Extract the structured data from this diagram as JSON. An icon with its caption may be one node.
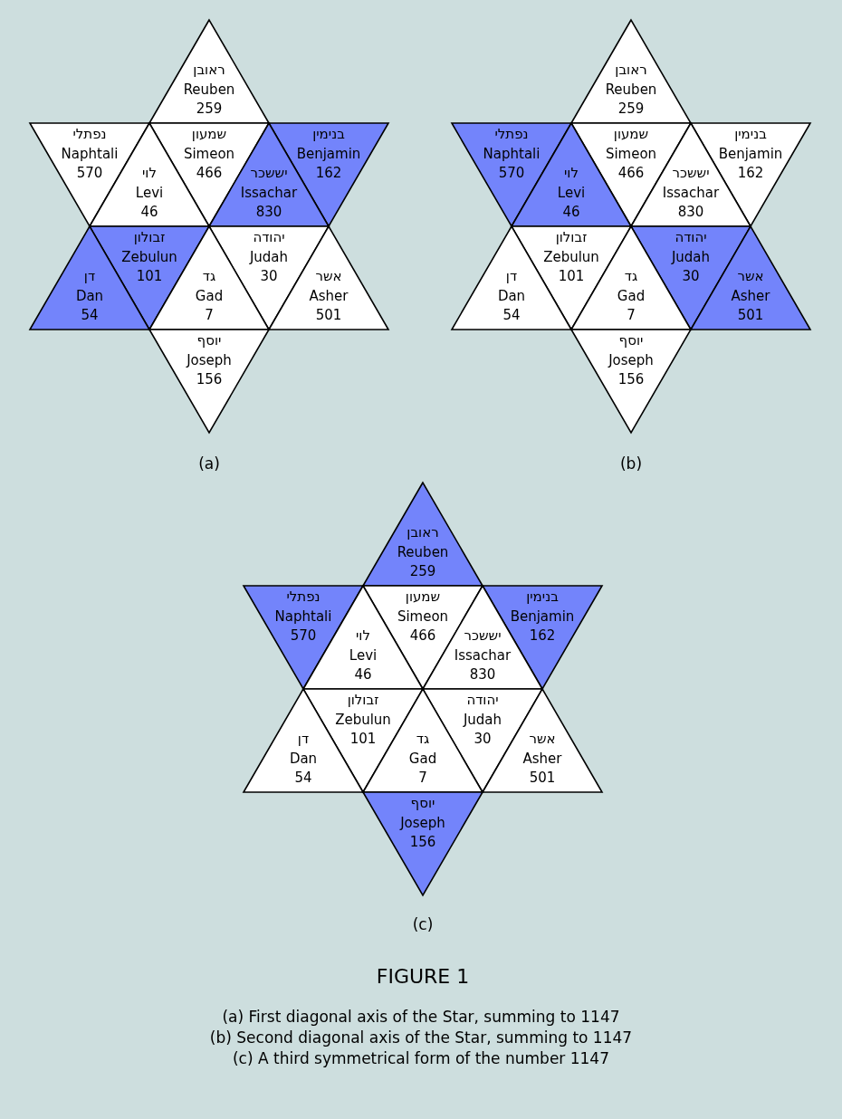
{
  "diagram": {
    "title": "FIGURE 1",
    "nodes": [
      {
        "text": [
          "ראובן",
          "Reuben",
          "259"
        ]
      },
      {
        "text": [
          "נפתלי",
          "Naphtali",
          "570"
        ]
      },
      {
        "text": [
          "שמעון",
          "Simeon",
          "466"
        ]
      },
      {
        "text": [
          "בנימין",
          "Benjamin",
          "162"
        ]
      },
      {
        "text": [
          "לוי",
          "Levi",
          "46"
        ]
      },
      {
        "text": [
          "יששכר",
          "Issachar",
          "830"
        ]
      },
      {
        "text": [
          "זבולון",
          "Zebulun",
          "101"
        ]
      },
      {
        "text": [
          "יהודה",
          "Judah",
          "30"
        ]
      },
      {
        "text": [
          "דן",
          "Dan",
          "54"
        ]
      },
      {
        "text": [
          "גד",
          "Gad",
          "7"
        ]
      },
      {
        "text": [
          "אשר",
          "Asher",
          "501"
        ]
      },
      {
        "text": [
          "יוסף",
          "Joseph",
          "156"
        ]
      },
      {
        "text": [
          "ראובן",
          "Reuben",
          "259"
        ]
      },
      {
        "text": [
          "נפתלי",
          "Naphtali",
          "570"
        ]
      },
      {
        "text": [
          "שמעון",
          "Simeon",
          "466"
        ]
      },
      {
        "text": [
          "בנימין",
          "Benjamin",
          "162"
        ]
      },
      {
        "text": [
          "לוי",
          "Levi",
          "46"
        ]
      },
      {
        "text": [
          "יששכר",
          "Issachar",
          "830"
        ]
      },
      {
        "text": [
          "זבולון",
          "Zebulun",
          "101"
        ]
      },
      {
        "text": [
          "יהודה",
          "Judah",
          "30"
        ]
      },
      {
        "text": [
          "דן",
          "Dan",
          "54"
        ]
      },
      {
        "text": [
          "גד",
          "Gad",
          "7"
        ]
      },
      {
        "text": [
          "אשר",
          "Asher",
          "501"
        ]
      },
      {
        "text": [
          "יוסף",
          "Joseph",
          "156"
        ]
      },
      {
        "text": [
          "ראובן",
          "Reuben",
          "259"
        ]
      },
      {
        "text": [
          "נפתלי",
          "Naphtali",
          "570"
        ]
      },
      {
        "text": [
          "שמעון",
          "Simeon",
          "466"
        ]
      },
      {
        "text": [
          "בנימין",
          "Benjamin",
          "162"
        ]
      },
      {
        "text": [
          "לוי",
          "Levi",
          "46"
        ]
      },
      {
        "text": [
          "יששכר",
          "Issachar",
          "830"
        ]
      },
      {
        "text": [
          "זבולון",
          "Zebulun",
          "101"
        ]
      },
      {
        "text": [
          "יהודה",
          "Judah",
          "30"
        ]
      },
      {
        "text": [
          "דן",
          "Dan",
          "54"
        ]
      },
      {
        "text": [
          "גד",
          "Gad",
          "7"
        ]
      },
      {
        "text": [
          "אשר",
          "Asher",
          "501"
        ]
      },
      {
        "text": [
          "יוסף",
          "Joseph",
          "156"
        ]
      }
    ],
    "labels": [
      "(a)",
      "(b)",
      "(c)",
      "(a) First diagonal axis of the Star, summing to 1147",
      "(b) Second diagonal axis of the Star, summing to 1147",
      "(c) A third symmetrical form of the number 1147"
    ]
  }
}
